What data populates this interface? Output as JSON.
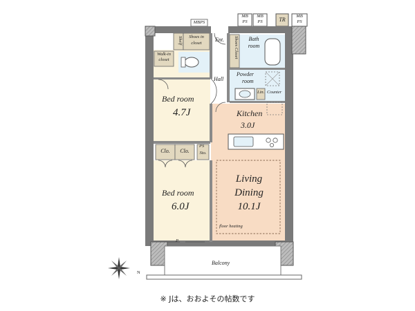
{
  "rooms": {
    "bed1": {
      "name": "Bed room",
      "size": "4.7J"
    },
    "bed2": {
      "name": "Bed room",
      "size": "6.0J"
    },
    "kitchen": {
      "name": "Kitchen",
      "size": "3.0J"
    },
    "living": {
      "name_line1": "Living",
      "name_line2": "Dining",
      "size": "10.1J"
    },
    "bath": {
      "line1": "Bath",
      "line2": "room"
    },
    "powder": {
      "line1": "Powder",
      "line2": "room"
    },
    "hall": "Hall",
    "ent": "Ent.",
    "balcony": "Balcony"
  },
  "storage": {
    "shelf": "Shelf",
    "shoes_in_closet": {
      "line1": "Shoes in",
      "line2": "closet"
    },
    "shoes_closet": "Shoes Closet",
    "walk_in": {
      "line1": "Walk-in",
      "line2": "closet"
    },
    "clo1": "Clo.",
    "clo2": "Clo.",
    "sto": "Sto.",
    "ps": "PS",
    "lin": "Lin.",
    "counter": "Counter"
  },
  "shafts": {
    "mbps_top": "MBPS",
    "mb1": "MB",
    "ps1": "PS",
    "mb2": "MB",
    "ps2": "PS",
    "tr": "TR",
    "mb3": "MB",
    "ps3": "PS"
  },
  "misc": {
    "floor_heating": "floor heating",
    "p_mark": "P",
    "north": "N"
  },
  "footnote": "※ Jは、おおよその帖数です",
  "colors": {
    "wall": "#7a7a7a",
    "wall_dark": "#555555",
    "bedroom_floor": "#fbf3dc",
    "living_floor": "#f8dcc4",
    "wet_floor": "#e3f1f8",
    "closet_fill": "#e2d8bf",
    "hatch": "#9a9a9a"
  }
}
